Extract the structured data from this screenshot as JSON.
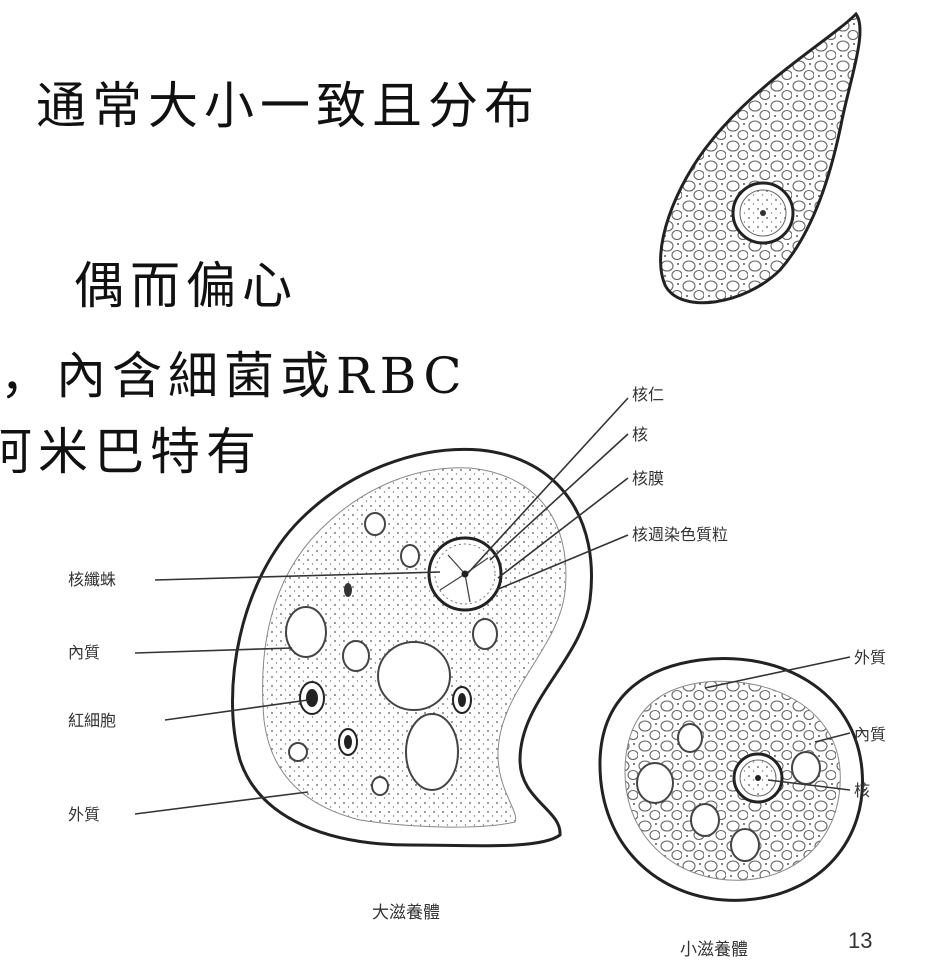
{
  "slide": {
    "lines": [
      "，通常大小一致且分布",
      "偶而偏心",
      "，內含細菌或RBC",
      "阿米巴特有"
    ],
    "page_number": "13"
  },
  "figure": {
    "labels": {
      "nucleolus": "核仁",
      "nucleus": "核",
      "nuclear_membrane": "核膜",
      "peripheral_chromatin": "核週染色質粒",
      "karyosome_fibers": "核纖蛛",
      "endoplasm_left": "內質",
      "rbc": "紅細胞",
      "ectoplasm_left": "外質",
      "ectoplasm_right": "外質",
      "endoplasm_right": "內質",
      "nucleus_right": "核"
    },
    "captions": {
      "large_trophozoite": "大滋養體",
      "small_trophozoite": "小滋養體"
    }
  }
}
